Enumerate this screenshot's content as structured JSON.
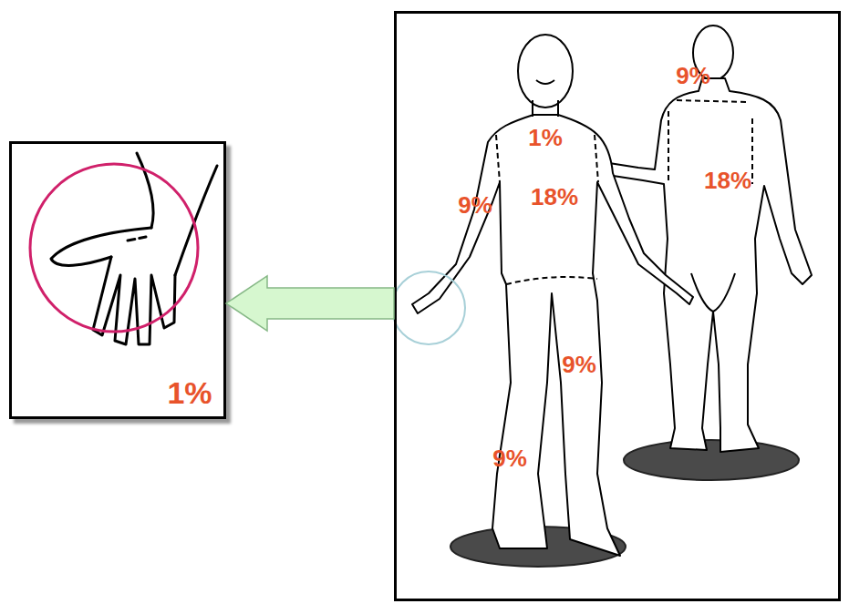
{
  "diagram": {
    "nodes": [
      {
        "text": [
          "1%"
        ]
      },
      {
        "text": [
          "9%",
          "1%",
          "9%",
          "18%",
          "18%",
          "9%",
          "9%"
        ]
      }
    ],
    "edges": [
      {
        "from": 1,
        "to": 0,
        "arrow": "to"
      }
    ]
  }
}
